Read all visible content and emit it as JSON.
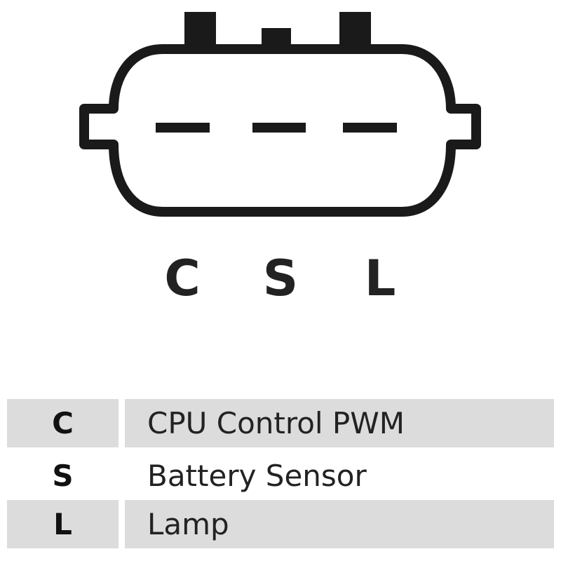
{
  "pins": [
    "C",
    "S",
    "L"
  ],
  "legend": [
    {
      "code": "C",
      "description": "CPU Control PWM"
    },
    {
      "code": "S",
      "description": "Battery Sensor"
    },
    {
      "code": "L",
      "description": "Lamp"
    }
  ],
  "colors": {
    "outline": "#1a1a1a",
    "row_shading": "#dcdcdc",
    "text": "#222222"
  }
}
